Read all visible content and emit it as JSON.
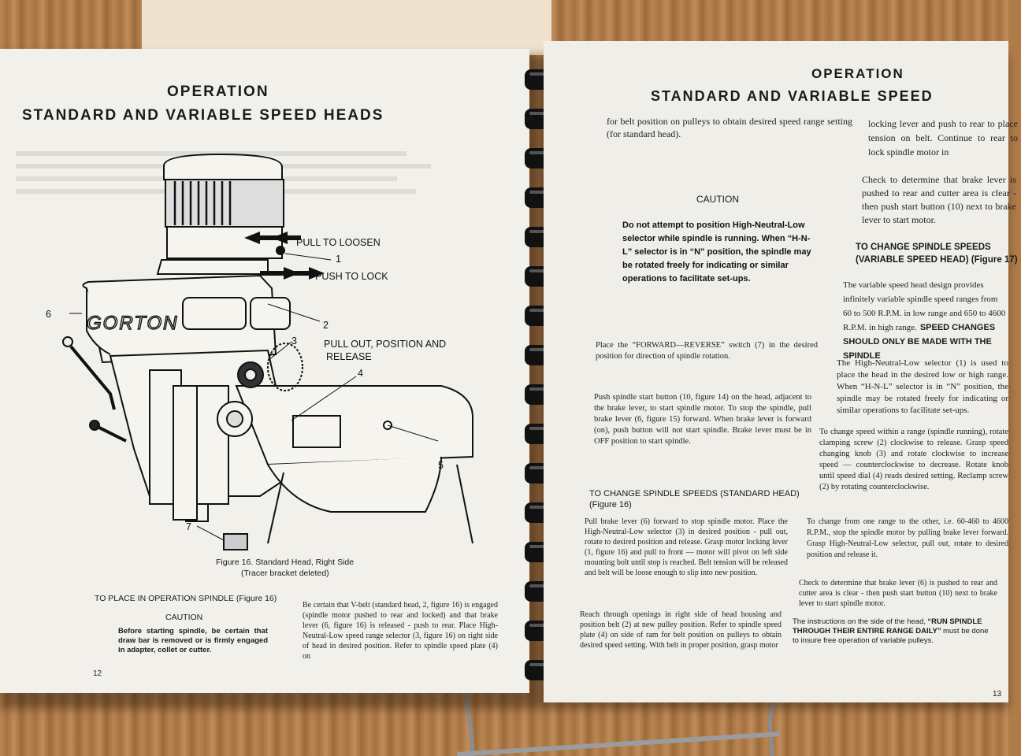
{
  "left_page": {
    "title_line1": "OPERATION",
    "title_line2": "STANDARD AND VARIABLE SPEED HEADS",
    "callouts": {
      "pull_to_loosen": "PULL TO LOOSEN",
      "push_to_lock": "PUSH TO LOCK",
      "pull_out_line1": "PULL OUT, POSITION AND",
      "pull_out_line2": "RELEASE",
      "n1": "1",
      "n2": "2",
      "n3": "3",
      "n4": "4",
      "n5": "5",
      "n6": "6",
      "n7": "7"
    },
    "machine_brand": "GORTON",
    "caption_line1": "Figure 16. Standard Head, Right Side",
    "caption_line2": "(Tracer bracket deleted)",
    "section_heading": "TO PLACE IN OPERATION SPINDLE (Figure 16)",
    "caution_heading": "CAUTION",
    "caution_text": "Before starting spindle, be certain that draw bar is removed or is firmly engaged in adapter, collet or cutter.",
    "body_text": "Be certain that V-belt (standard head, 2, figure 16) is engaged (spindle motor pushed to rear and locked) and that brake lever (6, figure 16) is released - push to rear. Place High-Neutral-Low speed range selector (3, figure 16) on right side of head in desired position. Refer to spindle speed plate (4) on",
    "page_number": "12"
  },
  "right_page": {
    "title_line1": "OPERATION",
    "title_line2": "STANDARD AND VARIABLE SPEED",
    "col1_intro": "for belt position on pulleys to obtain desired speed range setting (for standard head).",
    "caution_heading": "CAUTION",
    "caution_text": "Do not attempt to position High-Neutral-Low selector while spindle is running. When “H-N-L” selector is in “N” position, the spindle may be rotated freely for indicating or similar operations to facilitate set-ups.",
    "para_forward_reverse": "Place the “FORWARD—REVERSE” switch (7) in the desired position for direction of spindle rotation.",
    "para_start": "Push spindle start button (10, figure 14) on the head, adjacent to the brake lever, to start spindle motor. To stop the spindle, pull brake lever (6, figure 15) forward. When brake lever is forward (on), push button will not start spindle. Brake lever must be in OFF position to start spindle.",
    "section_std_heading": "TO CHANGE SPINDLE SPEEDS (STANDARD HEAD) (Figure 16)",
    "para_std_1": "Pull brake lever (6) forward to stop spindle motor. Place the High-Neutral-Low selector (3) in desired position - pull out, rotate to desired position and release. Grasp motor locking lever (1, figure 16) and pull to front — motor will pivot on left side mounting bolt until stop is reached. Belt tension will be released and belt will be loose enough to slip into new position.",
    "para_std_2": "Reach through openings in right side of head housing and position belt (2) at new pulley position. Refer to spindle speed plate (4) on side of ram for belt position on pulleys to obtain desired speed setting. With belt in proper position, grasp motor",
    "col2_top": "locking lever and push to rear to place tension on belt. Continue to rear to lock spindle motor in",
    "col2_check": "Check to determine that brake lever is pushed to rear and cutter area is clear - then push start button (10) next to brake lever to start motor.",
    "section_var_heading": "TO CHANGE SPINDLE SPEEDS (VARIABLE SPEED HEAD) (Figure 17)",
    "para_var_1": "The variable speed head design provides infinitely variable spindle speed ranges from 60 to 500 R.P.M. in low range and 650 to 4600 R.P.M. in high range.",
    "para_var_1_bold": "SPEED CHANGES SHOULD ONLY BE MADE WITH THE SPINDLE",
    "para_var_2": "The High-Neutral-Low selector (1) is used to place the head in the desired low or high range. When “H-N-L” selector is in “N” position, the spindle may be rotated freely for indicating or similar operations to facilitate set-ups.",
    "para_var_3": "To change speed within a range (spindle running), rotate clamping screw (2) clockwise to release. Grasp speed changing knob (3) and rotate clockwise to increase speed — counterclockwise to decrease. Rotate knob until speed dial (4) reads desired setting. Reclamp screw (2) by rotating counterclockwise.",
    "para_var_4": "To change from one range to the other, i.e. 60-460 to 4600 R.P.M., stop the spindle motor by pulling brake lever forward. Grasp High-Neutral-Low selector, pull out, rotate to desired position and release it.",
    "para_var_5": "Check to determine that brake lever (6) is pushed to rear and cutter area is clear - then push start button (10) next to brake lever to start spindle motor.",
    "para_var_6_prefix": "The instructions on the side of the head,",
    "para_var_6_bold": "“RUN SPINDLE THROUGH THEIR ENTIRE RANGE DAILY”",
    "para_var_6_suffix": "must be done to insure free operation of variable pulleys.",
    "page_number": "13"
  }
}
